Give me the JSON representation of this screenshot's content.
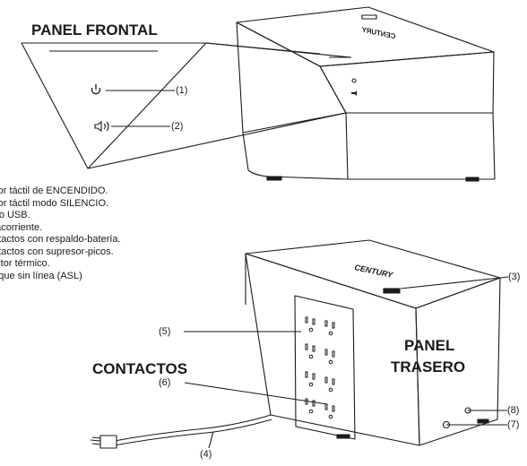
{
  "titles": {
    "front_panel": "PANEL FRONTAL",
    "rear_panel_line1": "PANEL",
    "rear_panel_line2": "TRASERO",
    "outlets": "CONTACTOS"
  },
  "legend": [
    "nsor táctil de ENCENDIDO.",
    "nsor táctil modo SILENCIO.",
    "erto USB.",
    "macorriente.",
    "ontactos con respaldo-batería.",
    "ontactos con supresor-picos.",
    "tector térmico.",
    "anque sin línea (ASL)"
  ],
  "callouts": {
    "c1": "(1)",
    "c2": "(2)",
    "c3": "(3)",
    "c4": "(4)",
    "c5": "(5)",
    "c6": "(6)",
    "c7": "(7)",
    "c8": "(8)"
  },
  "brand_text": "CENTURY",
  "line_color": "#1a1a1a"
}
